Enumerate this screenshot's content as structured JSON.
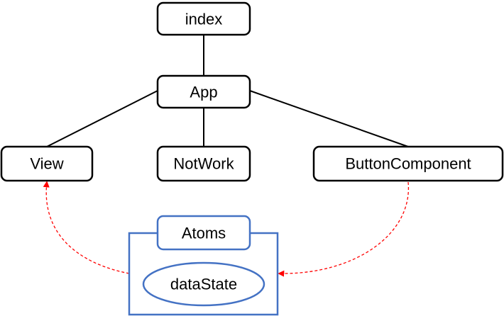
{
  "nodes": {
    "index": "index",
    "app": "App",
    "view": "View",
    "notwork": "NotWork",
    "button_component": "ButtonComponent",
    "atoms": "Atoms",
    "data_state": "dataState"
  },
  "colors": {
    "node_border": "#000000",
    "atoms_border": "#4472C4",
    "edge": "#000000",
    "data_flow": "#FF0000"
  }
}
